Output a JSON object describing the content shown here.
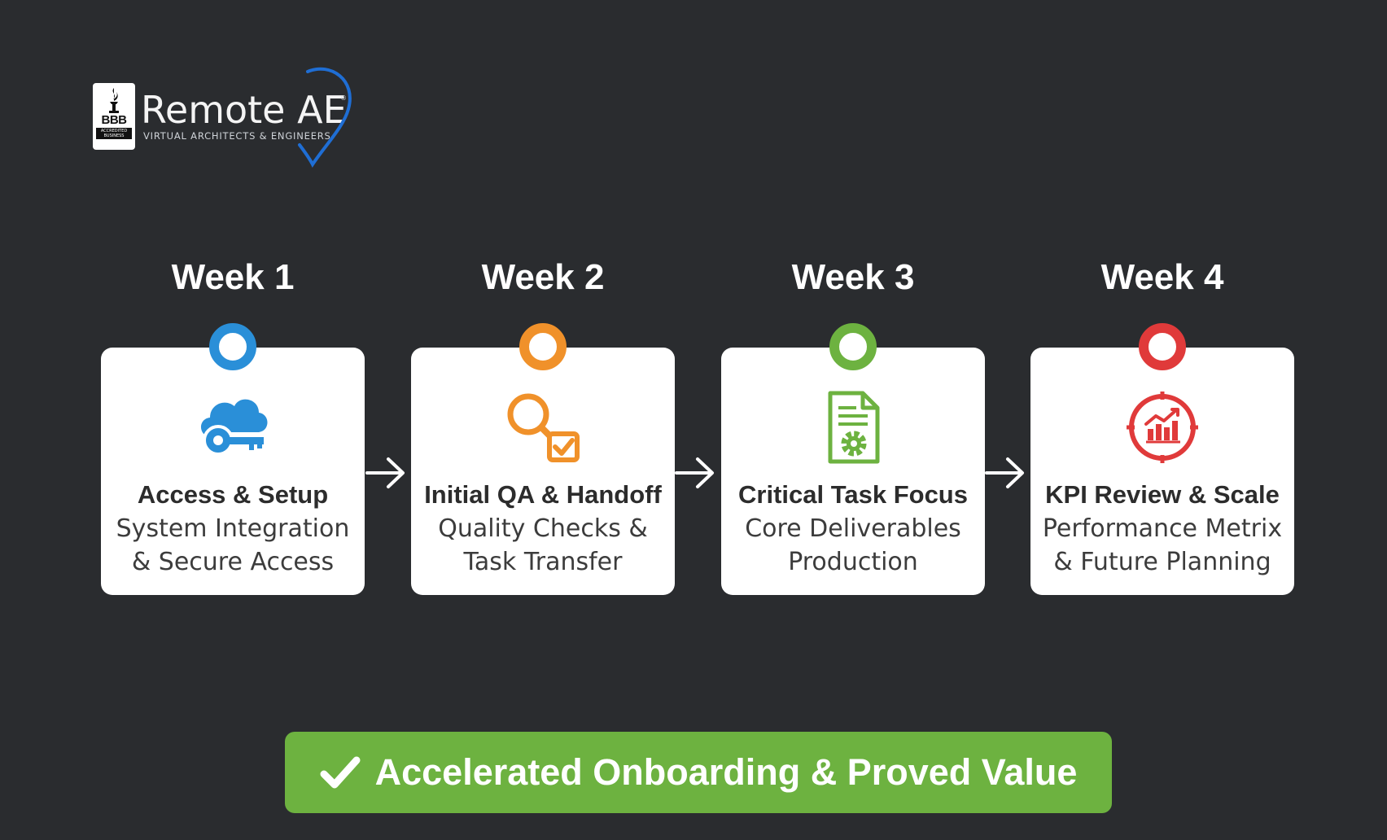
{
  "logo": {
    "badge_text": "BBB",
    "badge_sub": "ACCREDITED BUSINESS",
    "brand_name": "Remote AE",
    "brand_registered": "®",
    "brand_tagline": "VIRTUAL ARCHITECTS & ENGINEERS",
    "accent_color": "#1f6ed4"
  },
  "steps": [
    {
      "week": "Week 1",
      "color": "#2a8fd8",
      "icon": "cloud-key-icon",
      "title": "Access & Setup",
      "line1": "System Integration",
      "line2": "& Secure Access"
    },
    {
      "week": "Week 2",
      "color": "#f0912a",
      "icon": "magnifier-check-icon",
      "title": "Initial QA & Handoff",
      "line1": "Quality Checks &",
      "line2": "Task Transfer"
    },
    {
      "week": "Week 3",
      "color": "#6db240",
      "icon": "document-gear-icon",
      "title": "Critical Task Focus",
      "line1": "Core Deliverables",
      "line2": "Production"
    },
    {
      "week": "Week 4",
      "color": "#e03a3a",
      "icon": "chart-target-icon",
      "title": "KPI Review & Scale",
      "line1": "Performance Metrix",
      "line2": "& Future Planning"
    }
  ],
  "banner": {
    "text": "Accelerated Onboarding & Proved Value",
    "icon": "checkmark-icon",
    "color": "#6db240"
  }
}
